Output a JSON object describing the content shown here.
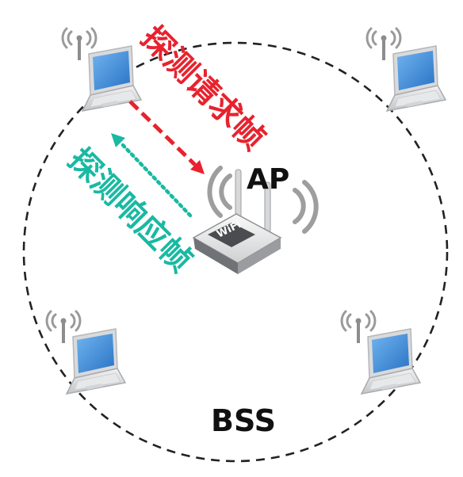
{
  "diagram": {
    "ap_label": "AP",
    "bss_label": "BSS",
    "probe_request_label": "探测请求帧",
    "probe_response_label": "探测响应帧",
    "router_badge_text": "WiFi",
    "colors": {
      "request": "#e8222e",
      "response": "#19b9a2",
      "bss_circle": "#222222",
      "laptop_screen": "#3d8fdc",
      "laptop_body": "#d9dadc"
    },
    "icons": [
      "laptop-icon",
      "wifi-signal-icon",
      "router-icon",
      "dashed-arrow-icon",
      "dotted-arrow-icon"
    ]
  }
}
